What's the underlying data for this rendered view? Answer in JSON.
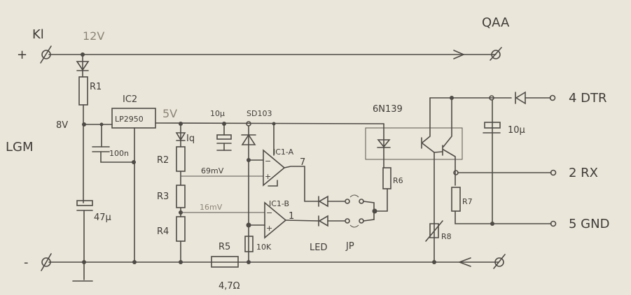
{
  "title": "Hand-drawn schematic: LGM detector with optocoupler interface to serial port",
  "labels": {
    "k1": "Kl",
    "plus": "+",
    "minus": "-",
    "v12": "12V",
    "qaa": "QAA",
    "r1": "R1",
    "ic2": "IC2",
    "lp2950": "LP2950",
    "v8": "8V",
    "lgm": "LGM",
    "c100n": "100n",
    "c47u": "47µ",
    "v5": "5V",
    "c10u_a": "10µ",
    "sd103": "SD103",
    "iq": "Iq",
    "r2": "R2",
    "r3": "R3",
    "r4": "R4",
    "mv69": "69mV",
    "mv16": "16mV",
    "ic1a": "IC1-A",
    "ic1b": "IC1-B",
    "pin7": "7",
    "pin1": "1",
    "minus_in": "−",
    "plus_in": "+",
    "r5": "R5",
    "r5_val": "4,7Ω",
    "r10k": "10K",
    "led": "LED",
    "jp": "JP",
    "opto": "6N139",
    "r6": "R6",
    "r7": "R7",
    "r8": "R8",
    "c10u_b": "10µ",
    "dtr": "4  DTR",
    "rx": "2  RX",
    "gnd": "5  GND"
  }
}
